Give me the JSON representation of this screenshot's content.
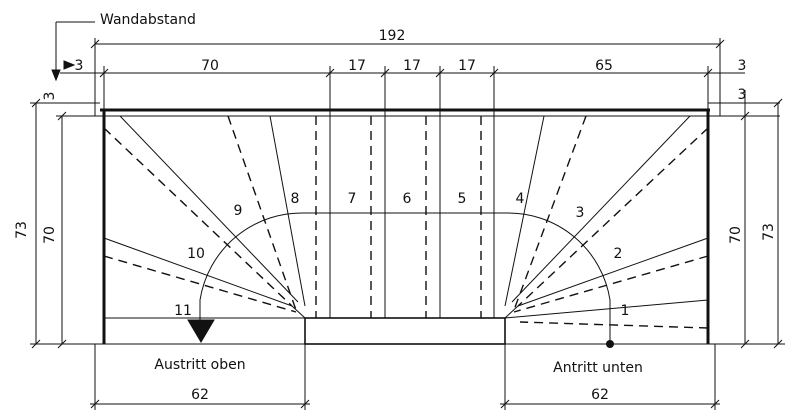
{
  "labels": {
    "wall_gap": "Wandabstand",
    "exit_top": "Austritt oben",
    "entry_bottom": "Antritt unten"
  },
  "dimensions": {
    "total_width": "192",
    "wall_left": "3",
    "wall_right": "3",
    "seg_left": "70",
    "seg_a": "17",
    "seg_b": "17",
    "seg_c": "17",
    "seg_right": "65",
    "wall_top_left": "3",
    "wall_top_right": "3",
    "height_inner_left": "70",
    "height_outer_left": "73",
    "height_inner_right": "70",
    "height_outer_right": "73",
    "exit_width": "62",
    "entry_width": "62"
  },
  "steps": [
    "1",
    "2",
    "3",
    "4",
    "5",
    "6",
    "7",
    "8",
    "9",
    "10",
    "11"
  ],
  "colors": {
    "ink": "#111111",
    "paper": "#ffffff"
  },
  "icons": {
    "exit_marker": "triangle-down-icon",
    "entry_marker": "dot-icon"
  }
}
